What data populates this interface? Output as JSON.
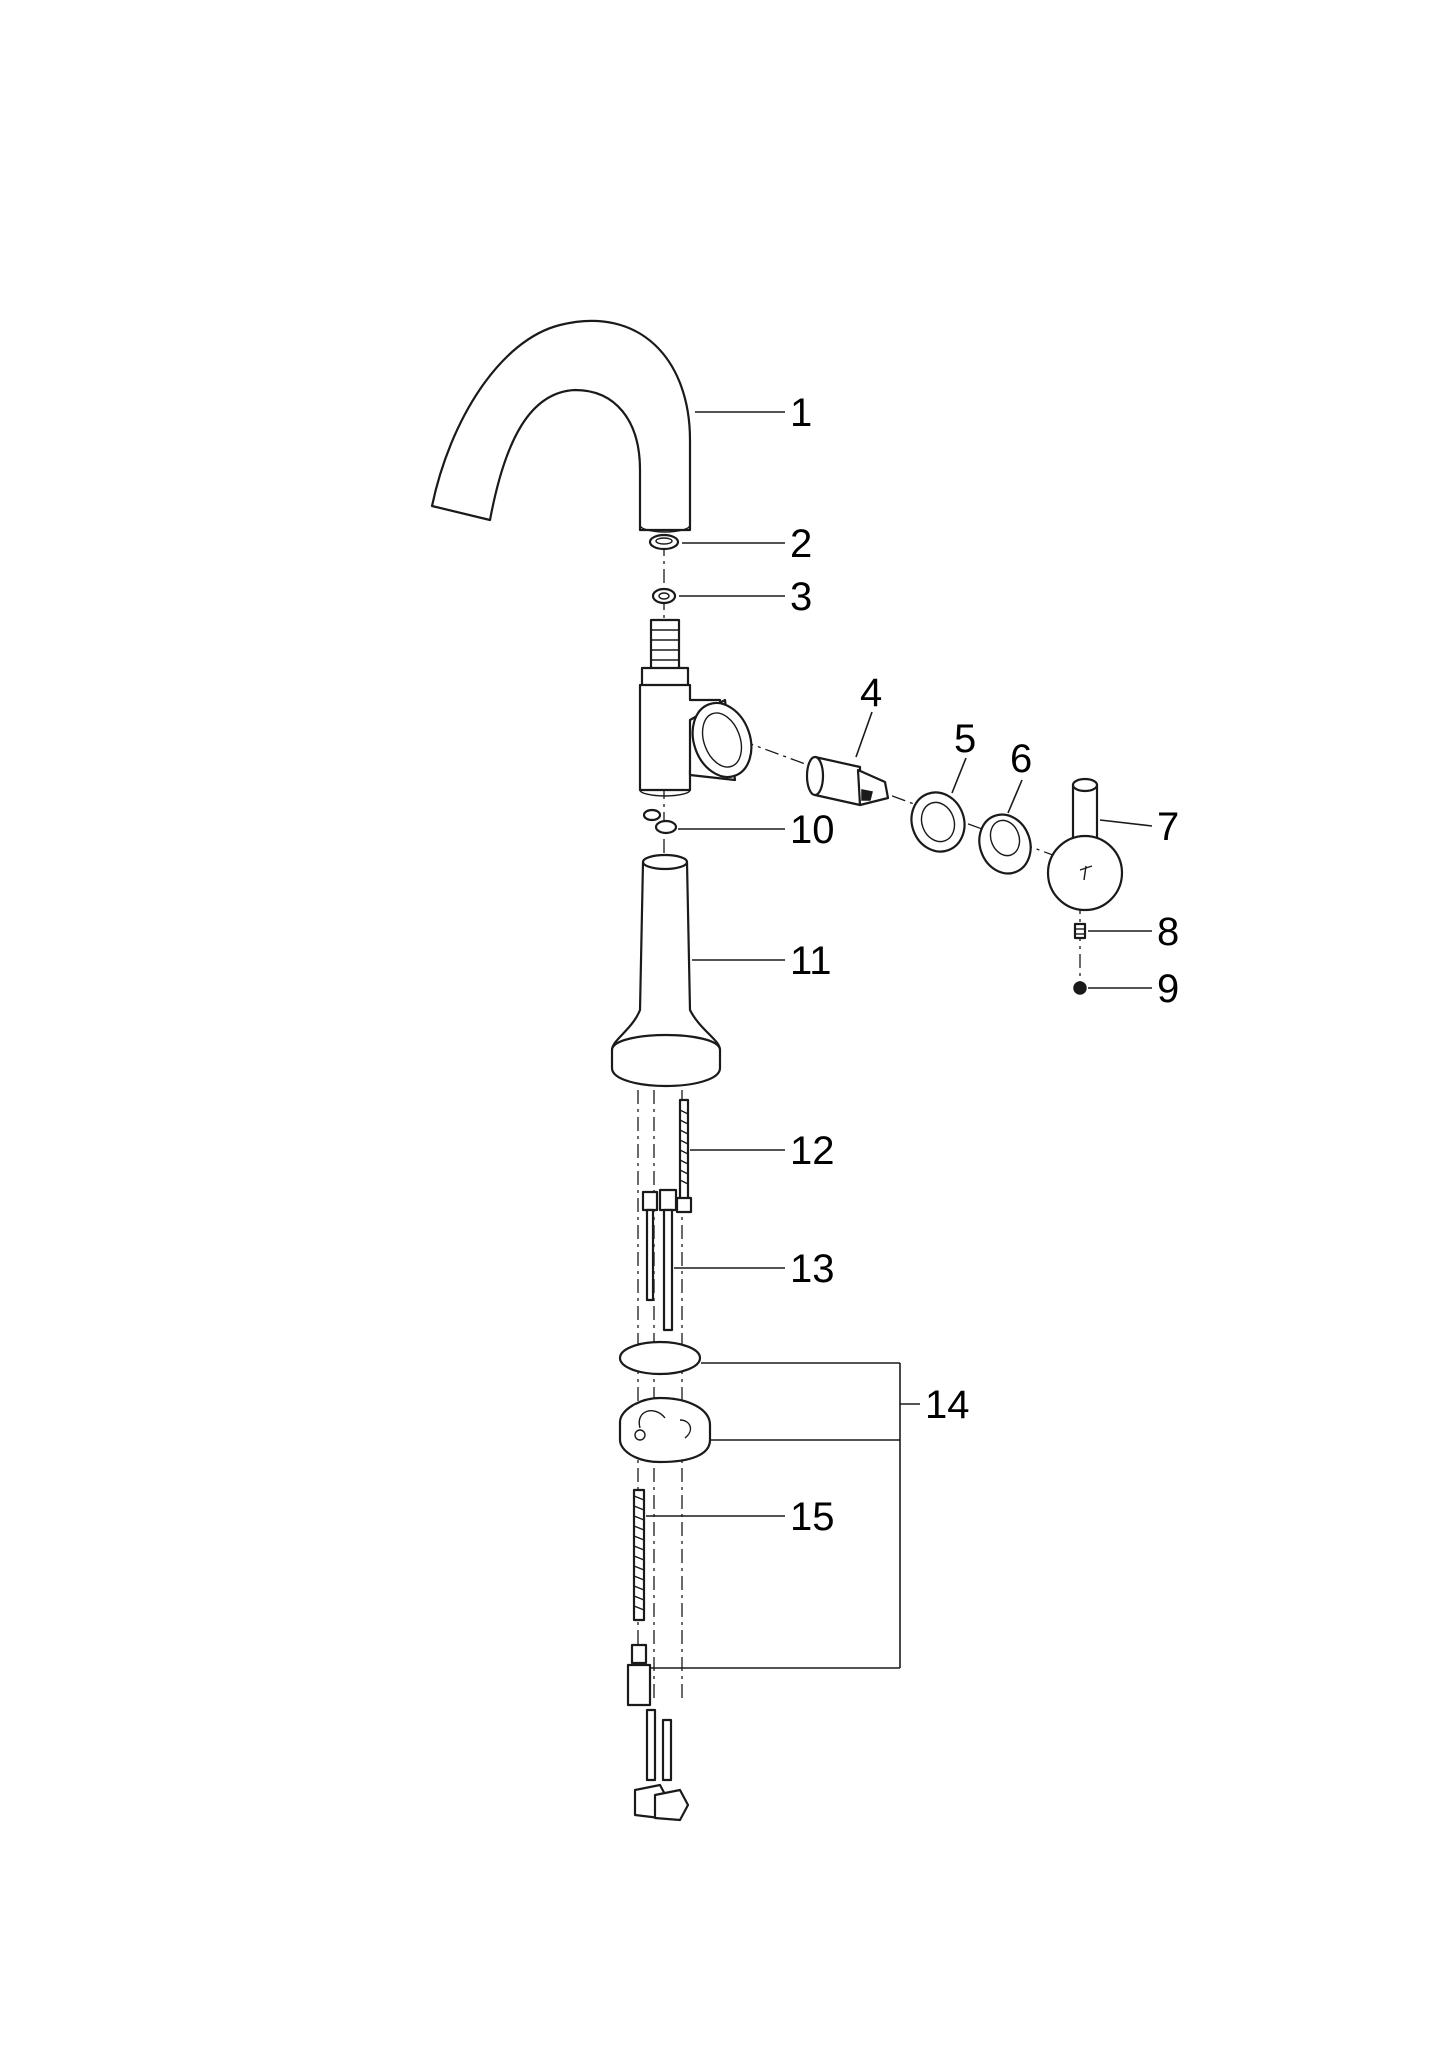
{
  "callouts": [
    {
      "id": "1",
      "text": "1"
    },
    {
      "id": "2",
      "text": "2"
    },
    {
      "id": "3",
      "text": "3"
    },
    {
      "id": "4",
      "text": "4"
    },
    {
      "id": "5",
      "text": "5"
    },
    {
      "id": "6",
      "text": "6"
    },
    {
      "id": "7",
      "text": "7"
    },
    {
      "id": "8",
      "text": "8"
    },
    {
      "id": "9",
      "text": "9"
    },
    {
      "id": "10",
      "text": "10"
    },
    {
      "id": "11",
      "text": "11"
    },
    {
      "id": "12",
      "text": "12"
    },
    {
      "id": "13",
      "text": "13"
    },
    {
      "id": "14",
      "text": "14"
    },
    {
      "id": "15",
      "text": "15"
    }
  ],
  "colors": {
    "line": "#1a1a1a",
    "background": "#ffffff"
  }
}
